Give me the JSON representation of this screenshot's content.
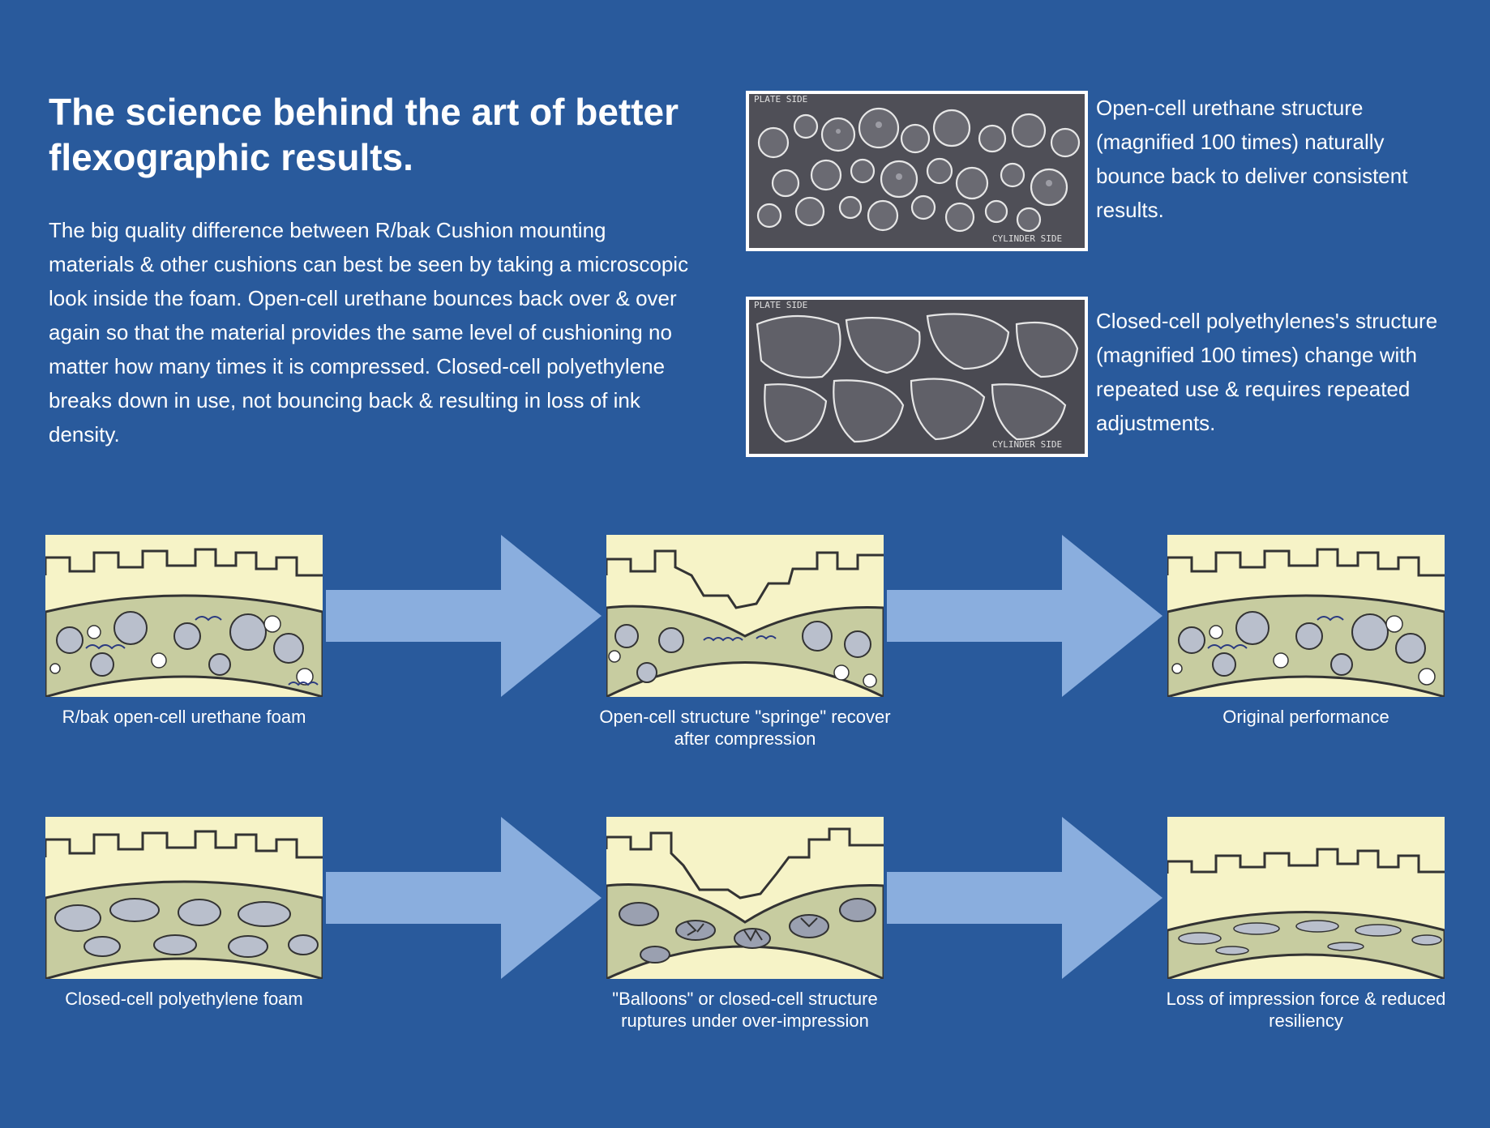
{
  "heading": {
    "title": "The science behind the art of better flexographic results.",
    "intro": "The big quality difference between R/bak Cushion mounting materials & other cushions can best be seen by taking a microscopic look inside the foam. Open-cell urethane bounces back over & over again so that the material provides the same level of cushioning no matter how many times it is compressed. Closed-cell polyethylene breaks down in use, not bouncing back & resulting in loss of ink density."
  },
  "micrographs": [
    {
      "caption": "Open-cell urethane structure (magnified 100 times) naturally bounce back to deliver consistent results.",
      "top_label": "PLATE SIDE",
      "bottom_label": "CYLINDER SIDE"
    },
    {
      "caption": "Closed-cell polyethylenes's structure (magnified 100 times) change with repeated use & requires repeated adjustments.",
      "top_label": "PLATE SIDE",
      "bottom_label": "CYLINDER SIDE"
    }
  ],
  "sequences": {
    "open_cell": [
      {
        "caption": "R/bak open-cell urethane foam"
      },
      {
        "caption": "Open-cell structure \"springe\" recover after compression"
      },
      {
        "caption": "Original performance"
      }
    ],
    "closed_cell": [
      {
        "caption": "Closed-cell polyethylene foam"
      },
      {
        "caption": "\"Balloons\" or closed-cell structure ruptures under over-impression"
      },
      {
        "caption": "Loss of impression force & reduced resiliency"
      }
    ]
  },
  "colors": {
    "background": "#295a9c",
    "arrow": "#8aaede",
    "panel": "#f6f3c7",
    "foam": "#c7cca0",
    "cell": "#b9bfcc"
  }
}
